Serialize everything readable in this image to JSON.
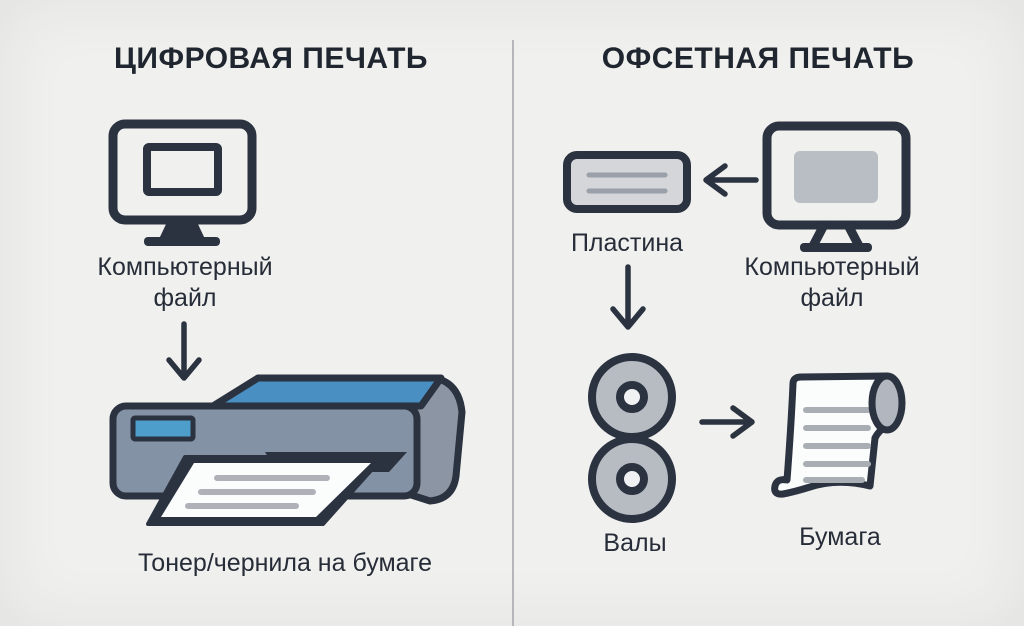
{
  "background": "#f0f0ee",
  "divider_color": "#b4b6b9",
  "colors": {
    "outline_dark_navy": "#2b3240",
    "title_text": "#20262f",
    "label_text": "#272d38",
    "printer_lid_blue": "#4a8fc2",
    "printer_indicator_blue": "#4d9ecb",
    "printer_body_gray_blue": "#8492a6",
    "printer_endcap_gray": "#8b95a3",
    "paper_white": "#fbfcfc",
    "paper_line_gray": "#aeb2b8",
    "plate_fill": "#d4d6da",
    "plate_line_gray": "#9aa0a8",
    "roller_fill": "#b7bcc3",
    "roller_hub_fill": "#f0f1f2",
    "monitor_screen_fill": "#b9bdc4",
    "scroll_roll_gray": "#b2b7bf"
  },
  "left_panel": {
    "title": "ЦИФРОВАЯ ПЕЧАТЬ",
    "file_label": "Компьютерный файл",
    "result_label": "Тонер/чернила на бумаге"
  },
  "right_panel": {
    "title": "ОФСЕТНАЯ ПЕЧАТЬ",
    "plate_label": "Пластина",
    "file_label": "Компьютерный файл",
    "rollers_label": "Валы",
    "paper_label": "Бумага"
  }
}
